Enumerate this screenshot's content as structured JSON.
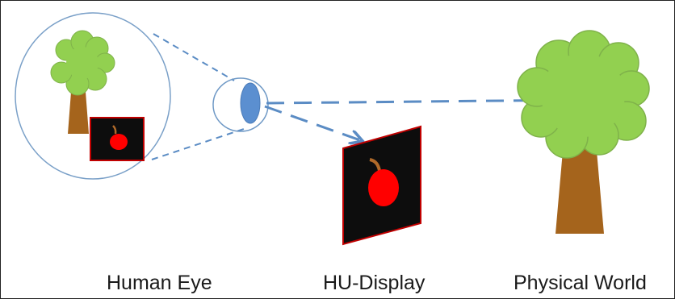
{
  "labels": {
    "human_eye": "Human Eye",
    "hu_display": "HU-Display",
    "physical_world": "Physical World"
  },
  "colors": {
    "tree_canopy": "#92D050",
    "canopy_outline": "#7FB24A",
    "trunk": "#A5641C",
    "display_screen": "#0d0d0d",
    "display_border": "#C00000",
    "apple": "#FF0000",
    "apple_stem": "#B06A2A",
    "eye_lens": "#5B8FD0",
    "eye_outline": "#6F99C6",
    "arrow": "#5B8CC4"
  }
}
